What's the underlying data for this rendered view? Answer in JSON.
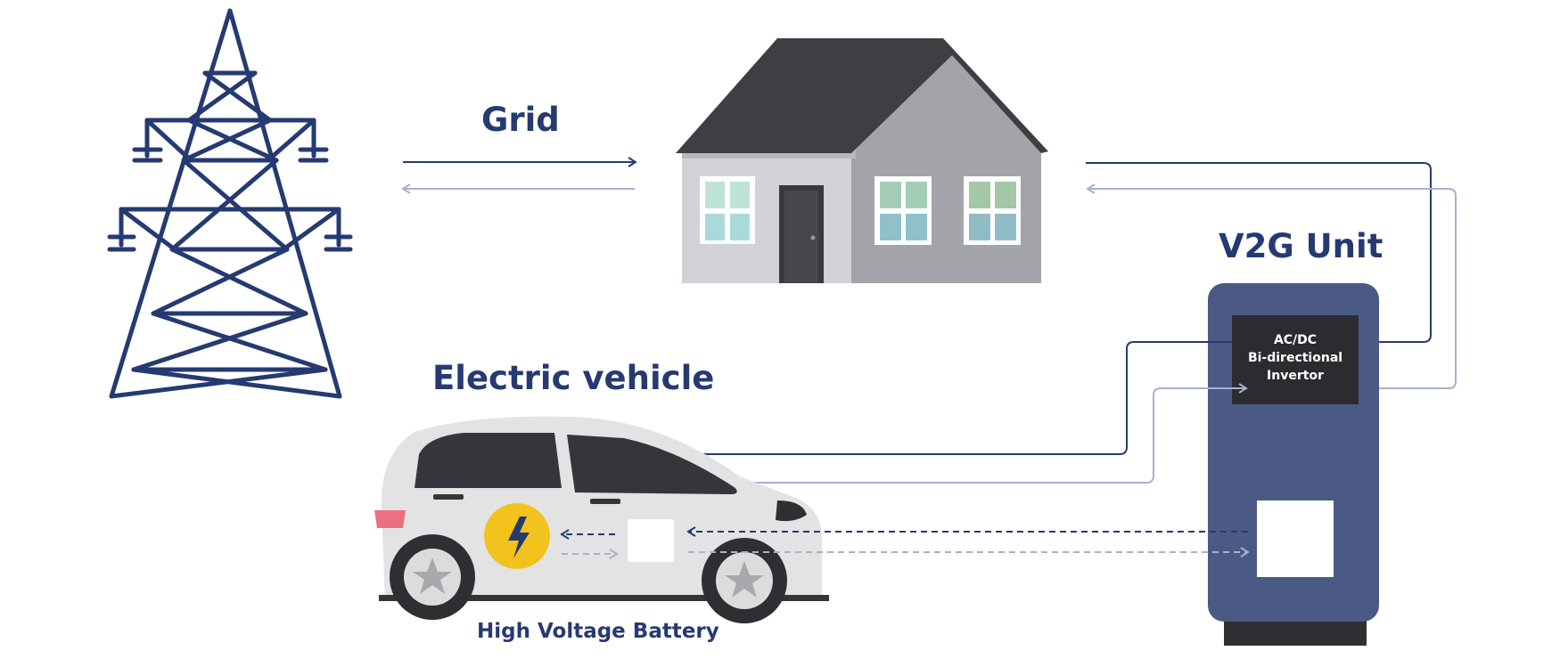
{
  "labels": {
    "grid": "Grid",
    "v2g_unit": "V2G Unit",
    "electric_vehicle": "Electric vehicle",
    "battery": "High Voltage Battery"
  },
  "inverter": {
    "line1": "AC/DC",
    "line2": "Bi-directional",
    "line3": "Invertor"
  },
  "colors": {
    "navy": "#263a72",
    "light_flow": "#a7b1cc",
    "unit_body": "#4b5a84",
    "inverter_box": "#2c2c30",
    "roof": "#3f3e43",
    "house_light": "#d1d2d5",
    "house_dark": "#a3a4a9",
    "car_body": "#e3e3e3",
    "car_windows": "#37353b",
    "battery_badge": "#f2c21d"
  },
  "icons": [
    "transmission-tower-icon",
    "house-icon",
    "car-icon",
    "lightning-bolt-icon",
    "v2g-charger-icon"
  ]
}
